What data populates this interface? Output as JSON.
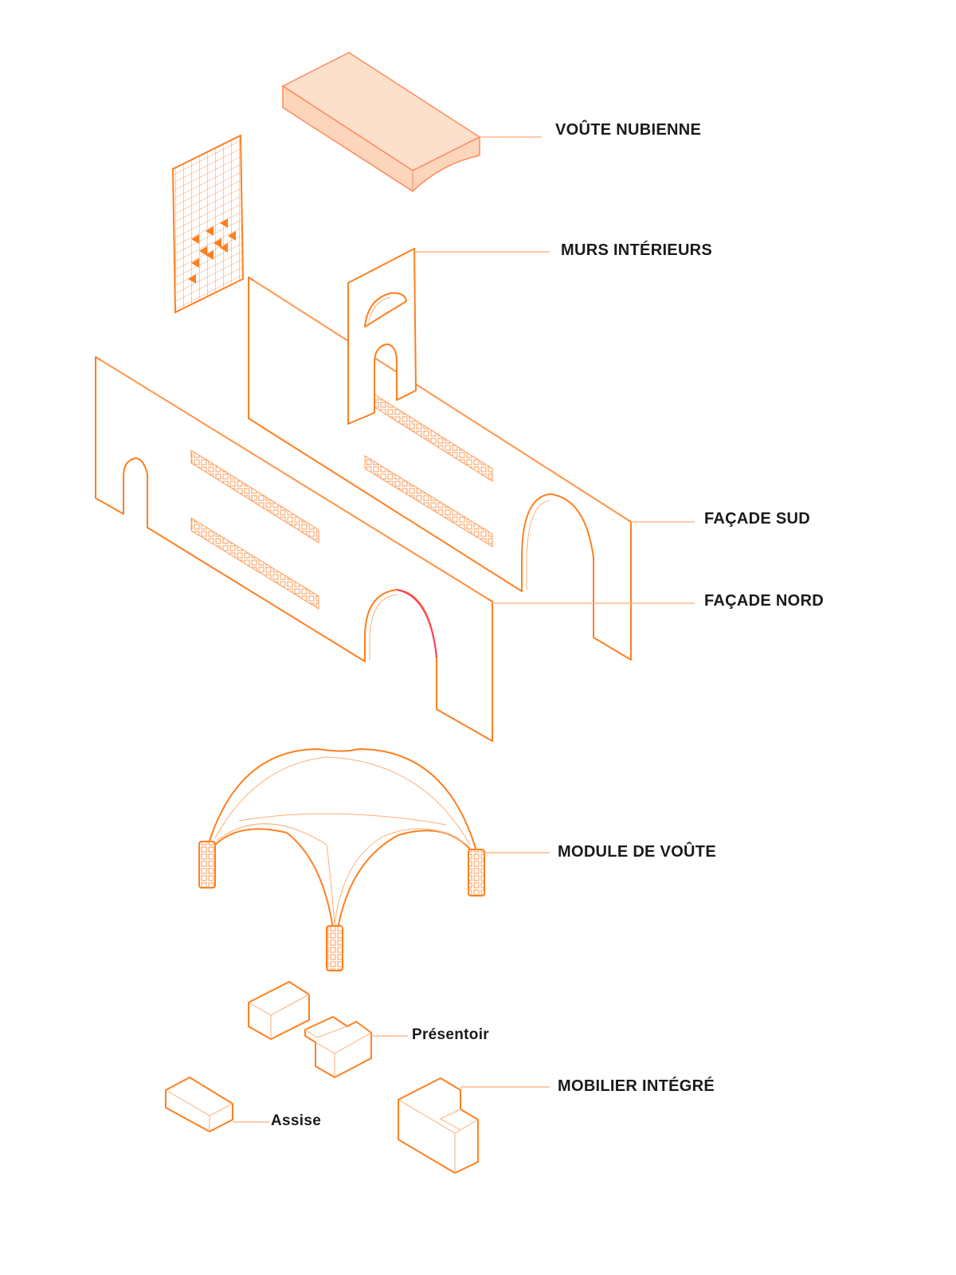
{
  "labels": {
    "voute_nubienne": "VOÛTE NUBIENNE",
    "murs_interieurs": "MURS INTÉRIEURS",
    "facade_sud": "FAÇADE SUD",
    "facade_nord": "FAÇADE NORD",
    "module_de_voute": "MODULE DE VOÛTE",
    "presentoir": "Présentoir",
    "assise": "Assise",
    "mobilier_integre": "MOBILIER INTÉGRÉ"
  },
  "colors": {
    "line": "#ff7f1f",
    "vault_fill": "#fde0cc",
    "text": "#1a1a1a"
  }
}
